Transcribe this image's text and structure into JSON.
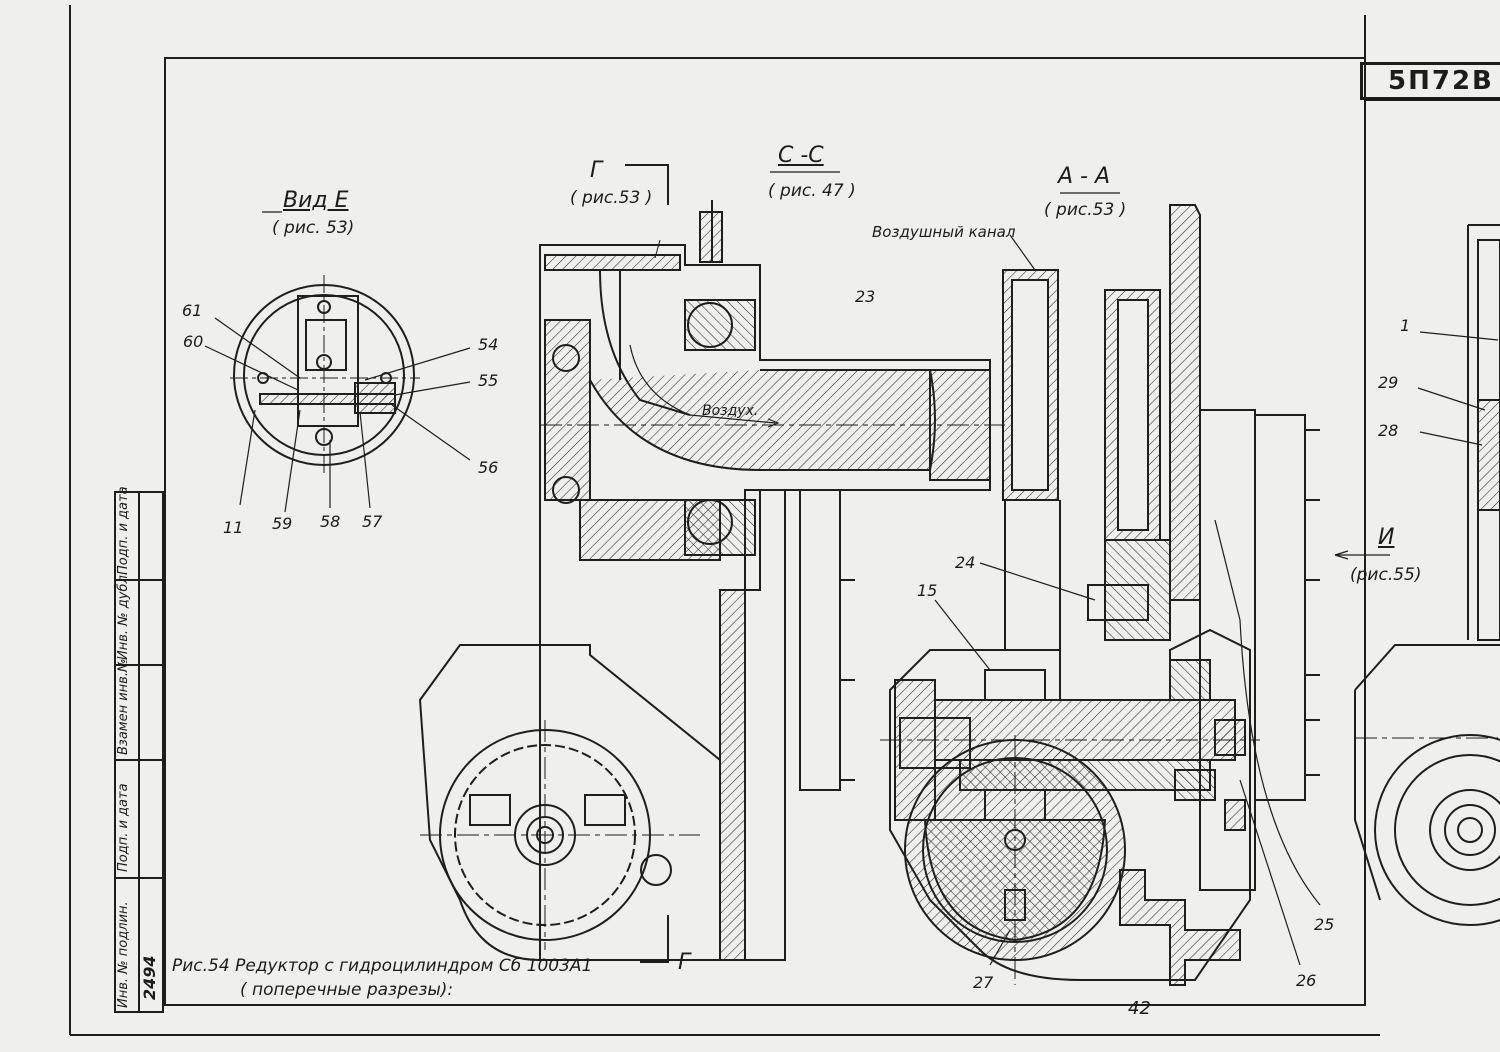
{
  "sheet": {
    "stamp": "5П72В",
    "page_number": "42",
    "caption_line1": "Рис.54 Редуктор с гидроцилиндром Сб 1003А1",
    "caption_line2": "( поперечные разрезы):"
  },
  "views": {
    "vid_e": "Вид Е",
    "vid_e_ref": "( рис. 53)",
    "section_g": "Г",
    "section_g_ref": "( рис.53 )",
    "section_cc": "С -С",
    "section_cc_ref": "( рис. 47 )",
    "section_aa": "А - А",
    "section_aa_ref": "( рис.53 )",
    "view_i": "И",
    "view_i_ref": "(рис.55)",
    "section_g_bottom": "Г",
    "air_channel": "Воздушный канал",
    "air": "Воздух."
  },
  "parts": {
    "p61": "61",
    "p60": "60",
    "p54": "54",
    "p55": "55",
    "p56": "56",
    "p11": "11",
    "p59": "59",
    "p58": "58",
    "p57": "57",
    "p23": "23",
    "p24": "24",
    "p15": "15",
    "p1": "1",
    "p29": "29",
    "p28": "28",
    "p25": "25",
    "p26": "26",
    "p27": "27"
  },
  "title_block": {
    "col1": "Инв. № подлин.",
    "col1_value": "2494",
    "col2": "Подп. и дата",
    "col3": "Взамен инв.№",
    "col4": "Инв. № дубл.",
    "col5": "Подп. и дата"
  }
}
